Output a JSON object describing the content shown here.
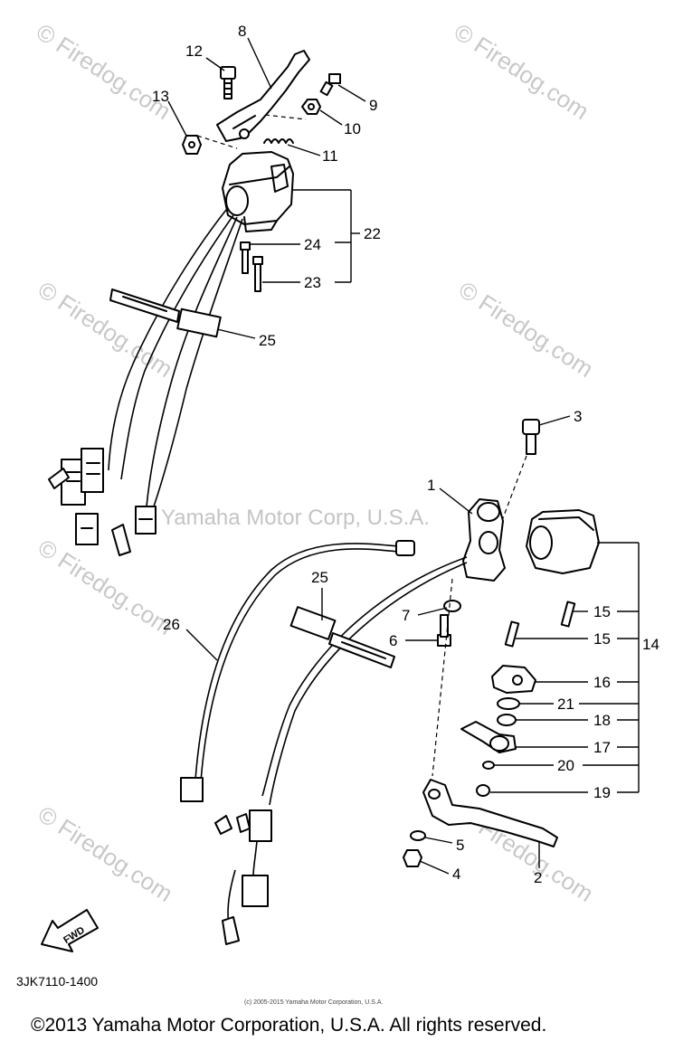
{
  "watermarks": {
    "site": "© Firedog.com",
    "owner": "Yamaha Motor Corp, U.S.A."
  },
  "callouts": {
    "c1": "1",
    "c2": "2",
    "c3": "3",
    "c4": "4",
    "c5": "5",
    "c6": "6",
    "c7": "7",
    "c8": "8",
    "c9": "9",
    "c10": "10",
    "c11": "11",
    "c12": "12",
    "c13": "13",
    "c14": "14",
    "c15a": "15",
    "c15b": "15",
    "c16": "16",
    "c17": "17",
    "c18": "18",
    "c19": "19",
    "c20": "20",
    "c21": "21",
    "c22": "22",
    "c23": "23",
    "c24": "24",
    "c25a": "25",
    "c25b": "25",
    "c26": "26"
  },
  "fwd_label": "FWD",
  "diagram_code": "3JK7110-1400",
  "small_copyright": "(c) 2005-2015 Yamaha Motor Corporation, U.S.A.",
  "footer_copyright": "©2013 Yamaha Motor Corporation, U.S.A. All rights reserved."
}
